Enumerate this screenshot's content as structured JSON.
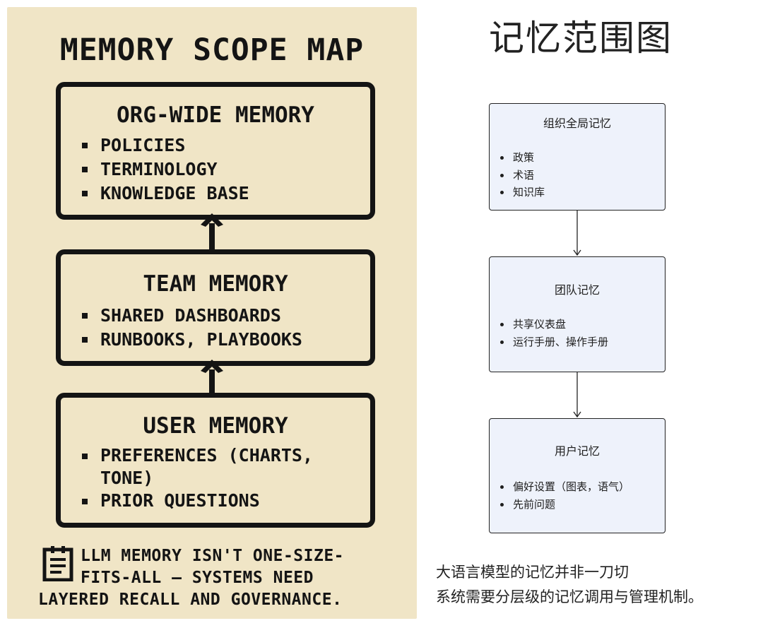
{
  "poster": {
    "title": "MEMORY SCOPE MAP",
    "org": {
      "title": "ORG-WIDE MEMORY",
      "items": [
        "POLICIES",
        "TERMINOLOGY",
        "KNOWLEDGE BASE"
      ]
    },
    "team": {
      "title": "TEAM MEMORY",
      "items": [
        "SHARED DASHBOARDS",
        "RUNBOOKS, PLAYBOOKS"
      ]
    },
    "user": {
      "title": "USER MEMORY",
      "items": [
        "PREFERENCES (CHARTS, TONE)",
        "PRIOR QUESTIONS"
      ]
    },
    "note_lines": [
      "LLM MEMORY ISN'T ONE-SIZE-",
      "FITS-ALL — SYSTEMS NEED",
      "LAYERED RECALL AND GOVERNANCE."
    ],
    "colors": {
      "background": "#f0e5c6",
      "ink": "#141414"
    }
  },
  "flow": {
    "title": "记忆范围图",
    "org": {
      "title": "组织全局记忆",
      "items": [
        "政策",
        "术语",
        "知识库"
      ]
    },
    "team": {
      "title": "团队记忆",
      "items": [
        "共享仪表盘",
        "运行手册、操作手册"
      ]
    },
    "user": {
      "title": "用户记忆",
      "items": [
        "偏好设置（图表，语气）",
        "先前问题"
      ]
    },
    "note_lines": [
      "大语言模型的记忆并非一刀切",
      "系统需要分层级的记忆调用与管理机制。"
    ],
    "colors": {
      "box_fill": "#eef2fb",
      "box_border": "#222222"
    }
  }
}
